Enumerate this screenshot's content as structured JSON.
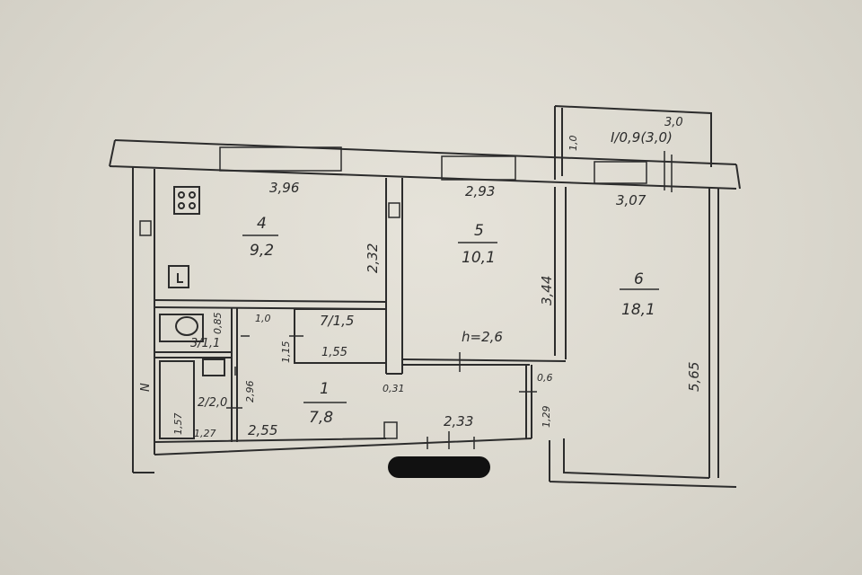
{
  "colors": {
    "paper": "#dcd9d0",
    "ink": "#2c2c2c",
    "redaction": "#111111"
  },
  "rooms": {
    "r4": {
      "number": "4",
      "area": "9,2"
    },
    "r5": {
      "number": "5",
      "area": "10,1"
    },
    "r6": {
      "number": "6",
      "area": "18,1"
    },
    "r7": {
      "label": "7/1,5"
    },
    "r1": {
      "number": "1",
      "area": "7,8"
    },
    "r2": {
      "label": "2/2,0"
    },
    "r3": {
      "label": "3/1,1"
    },
    "balcony": {
      "label": "I/0,9(3,0)"
    }
  },
  "dims": {
    "top_r4": "3,96",
    "top_r5": "2,93",
    "top_r6": "3,07",
    "r4_height": "2,32",
    "r5_height": "3,44",
    "r6_height": "5,65",
    "ceiling": "h=2,6",
    "r7_width": "1,55",
    "r7_height": "1,15",
    "toilet_width": "1,0",
    "toilet_depth": "0,85",
    "bath_side": "2,96",
    "bath_len": "1,57",
    "bath_width": "1,27",
    "hall_width": "2,55",
    "hall_bottom": "2,33",
    "partition": "0,31",
    "niche": "0,6",
    "niche_height": "1,29",
    "balcony_width": "3,0",
    "balcony_depth": "1,0"
  },
  "marks": {
    "north": "N"
  }
}
